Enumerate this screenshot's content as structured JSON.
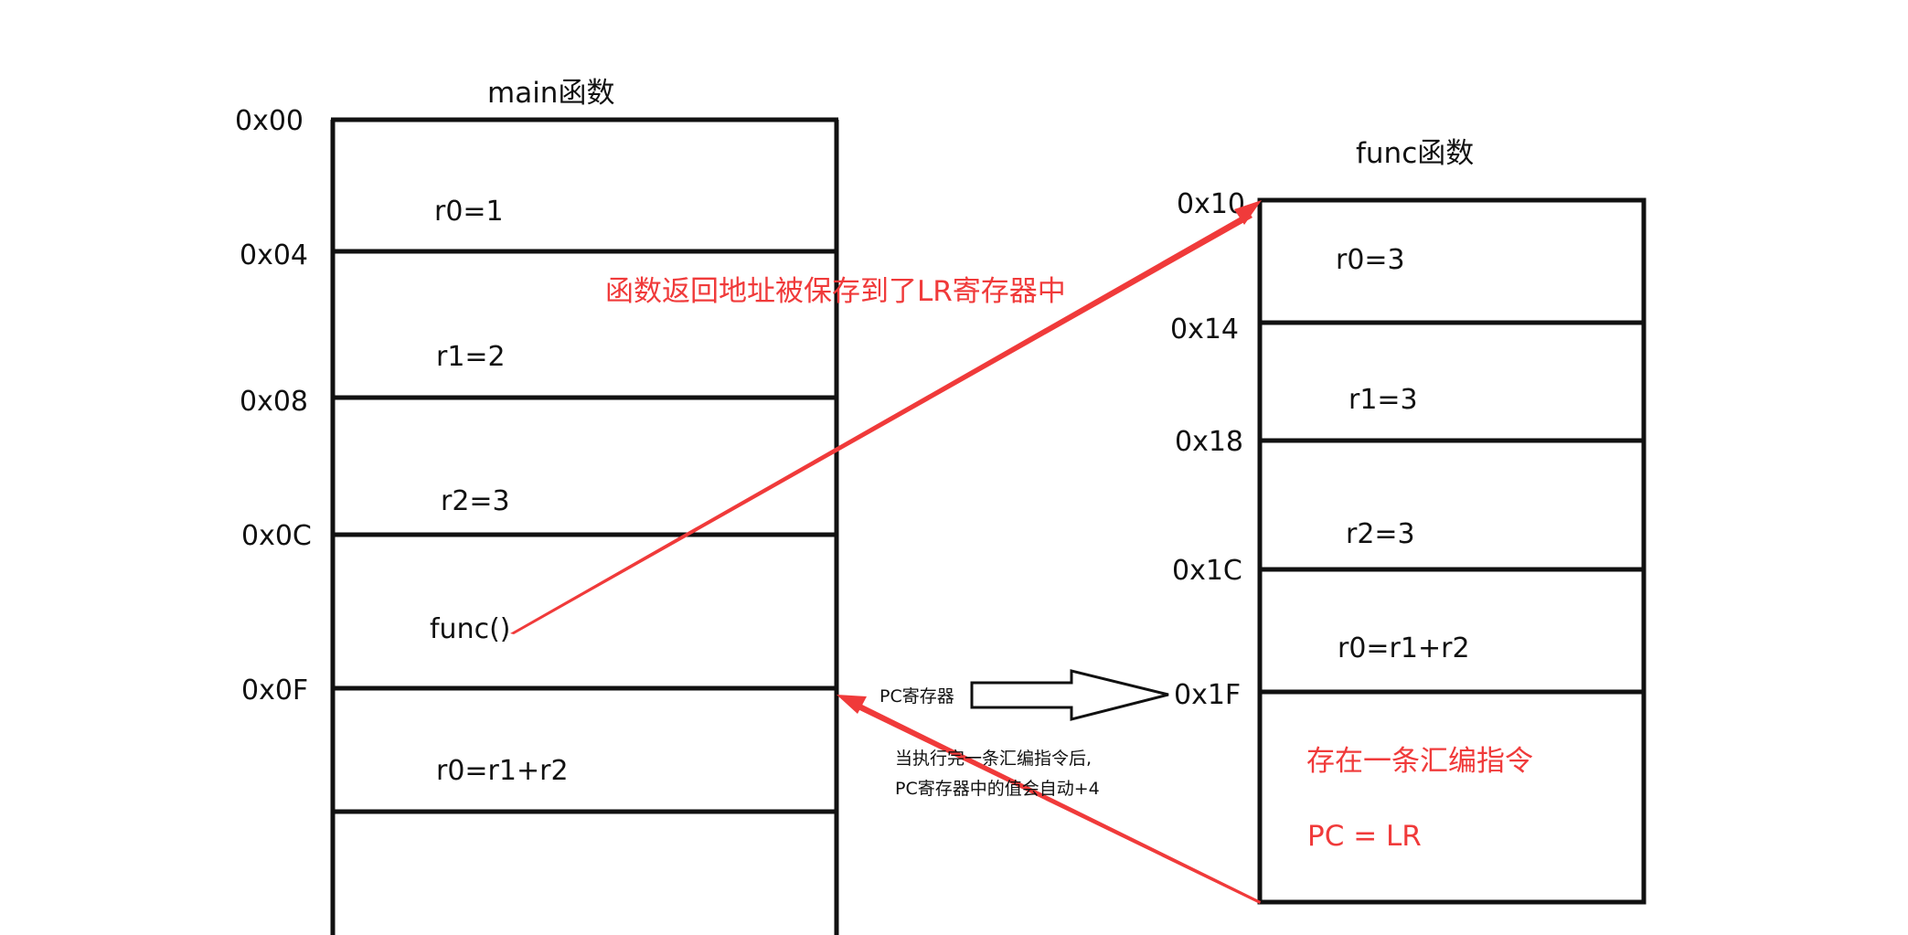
{
  "main": {
    "title": "main函数",
    "addresses": [
      "0x00",
      "0x04",
      "0x08",
      "0x0C",
      "0x0F"
    ],
    "cells": [
      "r0=1",
      "r1=2",
      "r2=3",
      "func()",
      "r0=r1+r2"
    ]
  },
  "func": {
    "title": "func函数",
    "addresses": [
      "0x10",
      "0x14",
      "0x18",
      "0x1C",
      "0x1F"
    ],
    "cells": [
      "r0=3",
      "r1=3",
      "r2=3",
      "r0=r1+r2"
    ],
    "note_line1": "存在一条汇编指令",
    "note_line2": "PC = LR"
  },
  "annotations": {
    "lr_note": "函数返回地址被保存到了LR寄存器中",
    "pc_label": "PC寄存器",
    "pc_note_line1": "当执行完一条汇编指令后,",
    "pc_note_line2": "PC寄存器中的值会自动+4"
  },
  "colors": {
    "arrow_red": "#f03a3a",
    "line": "#111111"
  }
}
